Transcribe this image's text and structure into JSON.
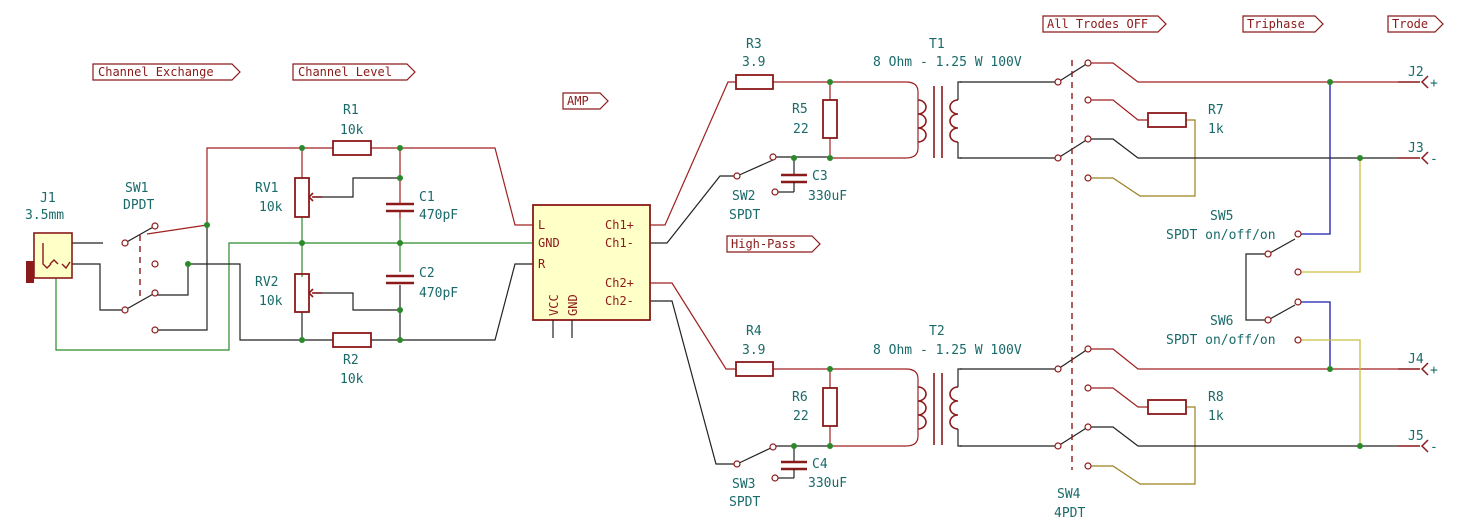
{
  "labels": {
    "channel_exchange": "Channel Exchange",
    "channel_level": "Channel Level",
    "amp": "AMP",
    "high_pass": "High-Pass",
    "all_trodes_off": "All Trodes OFF",
    "triphase": "Triphase",
    "trode": "Trode"
  },
  "amp_pins": {
    "l": "L",
    "gnd": "GND",
    "r": "R",
    "ch1p": "Ch1+",
    "ch1m": "Ch1-",
    "ch2p": "Ch2+",
    "ch2m": "Ch2-",
    "vcc": "VCC",
    "gnd_bottom": "GND"
  },
  "components": {
    "j1": {
      "ref": "J1",
      "value": "3.5mm"
    },
    "sw1": {
      "ref": "SW1",
      "value": "DPDT"
    },
    "r1": {
      "ref": "R1",
      "value": "10k"
    },
    "r2": {
      "ref": "R2",
      "value": "10k"
    },
    "rv1": {
      "ref": "RV1",
      "value": "10k"
    },
    "rv2": {
      "ref": "RV2",
      "value": "10k"
    },
    "c1": {
      "ref": "C1",
      "value": "470pF"
    },
    "c2": {
      "ref": "C2",
      "value": "470pF"
    },
    "r3": {
      "ref": "R3",
      "value": "3.9"
    },
    "r4": {
      "ref": "R4",
      "value": "3.9"
    },
    "r5": {
      "ref": "R5",
      "value": "22"
    },
    "r6": {
      "ref": "R6",
      "value": "22"
    },
    "c3": {
      "ref": "C3",
      "value": "330uF"
    },
    "c4": {
      "ref": "C4",
      "value": "330uF"
    },
    "sw2": {
      "ref": "SW2",
      "value": "SPDT"
    },
    "sw3": {
      "ref": "SW3",
      "value": "SPDT"
    },
    "t1": {
      "ref": "T1",
      "value": "8 Ohm - 1.25 W 100V"
    },
    "t2": {
      "ref": "T2",
      "value": "8 Ohm - 1.25 W 100V"
    },
    "sw4": {
      "ref": "SW4",
      "value": "4PDT"
    },
    "r7": {
      "ref": "R7",
      "value": "1k"
    },
    "r8": {
      "ref": "R8",
      "value": "1k"
    },
    "sw5": {
      "ref": "SW5",
      "value": "SPDT on/off/on"
    },
    "sw6": {
      "ref": "SW6",
      "value": "SPDT on/off/on"
    },
    "j2": {
      "ref": "J2",
      "pin": "+"
    },
    "j3": {
      "ref": "J3",
      "pin": "-"
    },
    "j4": {
      "ref": "J4",
      "pin": "+"
    },
    "j5": {
      "ref": "J5",
      "pin": "-"
    }
  }
}
